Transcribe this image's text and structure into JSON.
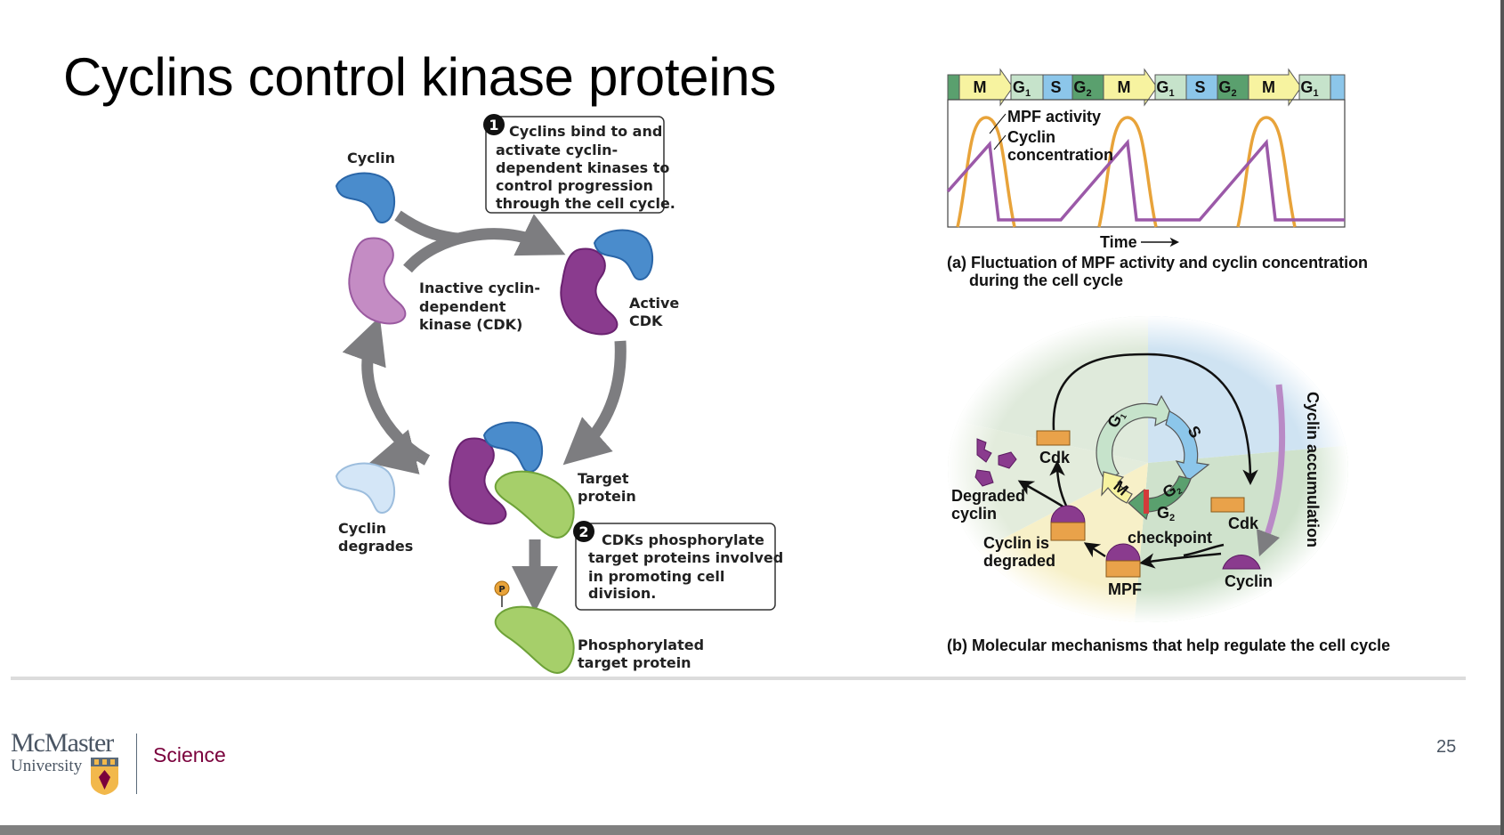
{
  "slide": {
    "title": "Cyclins control kinase proteins",
    "page_number": "25"
  },
  "footer": {
    "logo_line1": "McMaster",
    "logo_line2": "University",
    "faculty": "Science",
    "brand_color": "#7a003c"
  },
  "left_figure": {
    "cyclin": "Cyclin",
    "inactive_cdk": [
      "Inactive cyclin-",
      "dependent",
      "kinase (CDK)"
    ],
    "active_cdk": [
      "Active",
      "CDK"
    ],
    "target_protein": [
      "Target",
      "protein"
    ],
    "cyclin_degrades": [
      "Cyclin",
      "degrades"
    ],
    "phosphorylated": [
      "Phosphorylated",
      "target protein"
    ],
    "phosphate": "P",
    "step1_number": "1",
    "step1": [
      "Cyclins bind to and",
      "activate cyclin-",
      "dependent kinases to",
      "control progression",
      "through the cell cycle."
    ],
    "step2_number": "2",
    "step2": [
      "CDKs phosphorylate",
      "target proteins involved",
      "in promoting cell",
      "division."
    ]
  },
  "graph_a": {
    "phases": [
      {
        "name": "",
        "sub": "",
        "color": "#5aa06e"
      },
      {
        "name": "M",
        "sub": "",
        "color": "#f7f3a0"
      },
      {
        "name": "G",
        "sub": "1",
        "color": "#c6e3cb"
      },
      {
        "name": "S",
        "sub": "",
        "color": "#8cc6ea"
      },
      {
        "name": "G",
        "sub": "2",
        "color": "#5aa06e"
      },
      {
        "name": "M",
        "sub": "",
        "color": "#f7f3a0"
      },
      {
        "name": "G",
        "sub": "1",
        "color": "#c6e3cb"
      },
      {
        "name": "S",
        "sub": "",
        "color": "#8cc6ea"
      },
      {
        "name": "G",
        "sub": "2",
        "color": "#5aa06e"
      },
      {
        "name": "M",
        "sub": "",
        "color": "#f7f3a0"
      },
      {
        "name": "G",
        "sub": "1",
        "color": "#c6e3cb"
      },
      {
        "name": "",
        "sub": "",
        "color": "#8cc6ea"
      }
    ],
    "series_mpf": "MPF activity",
    "series_cyclin": [
      "Cyclin",
      "concentration"
    ],
    "mpf_color": "#e8a33a",
    "cyclin_color": "#9b59a8",
    "xlabel": "Time",
    "caption": [
      "(a) Fluctuation of MPF activity and cyclin concentration",
      "during the cell cycle"
    ]
  },
  "diagram_b": {
    "ring": [
      {
        "name": "G",
        "sub": "1"
      },
      {
        "name": "S",
        "sub": ""
      },
      {
        "name": "G",
        "sub": "2"
      },
      {
        "name": "M",
        "sub": ""
      }
    ],
    "cdk_top": "Cdk",
    "cdk_right": "Cdk",
    "degraded_cyclin": [
      "Degraded",
      "cyclin"
    ],
    "cyclin_is_degraded": [
      "Cyclin is",
      "degraded"
    ],
    "mpf": "MPF",
    "cyclin": "Cyclin",
    "checkpoint_g": "G",
    "checkpoint_sub": "2",
    "checkpoint": "checkpoint",
    "accumulation": "Cyclin accumulation",
    "caption": "(b) Molecular mechanisms that help regulate the cell cycle"
  }
}
